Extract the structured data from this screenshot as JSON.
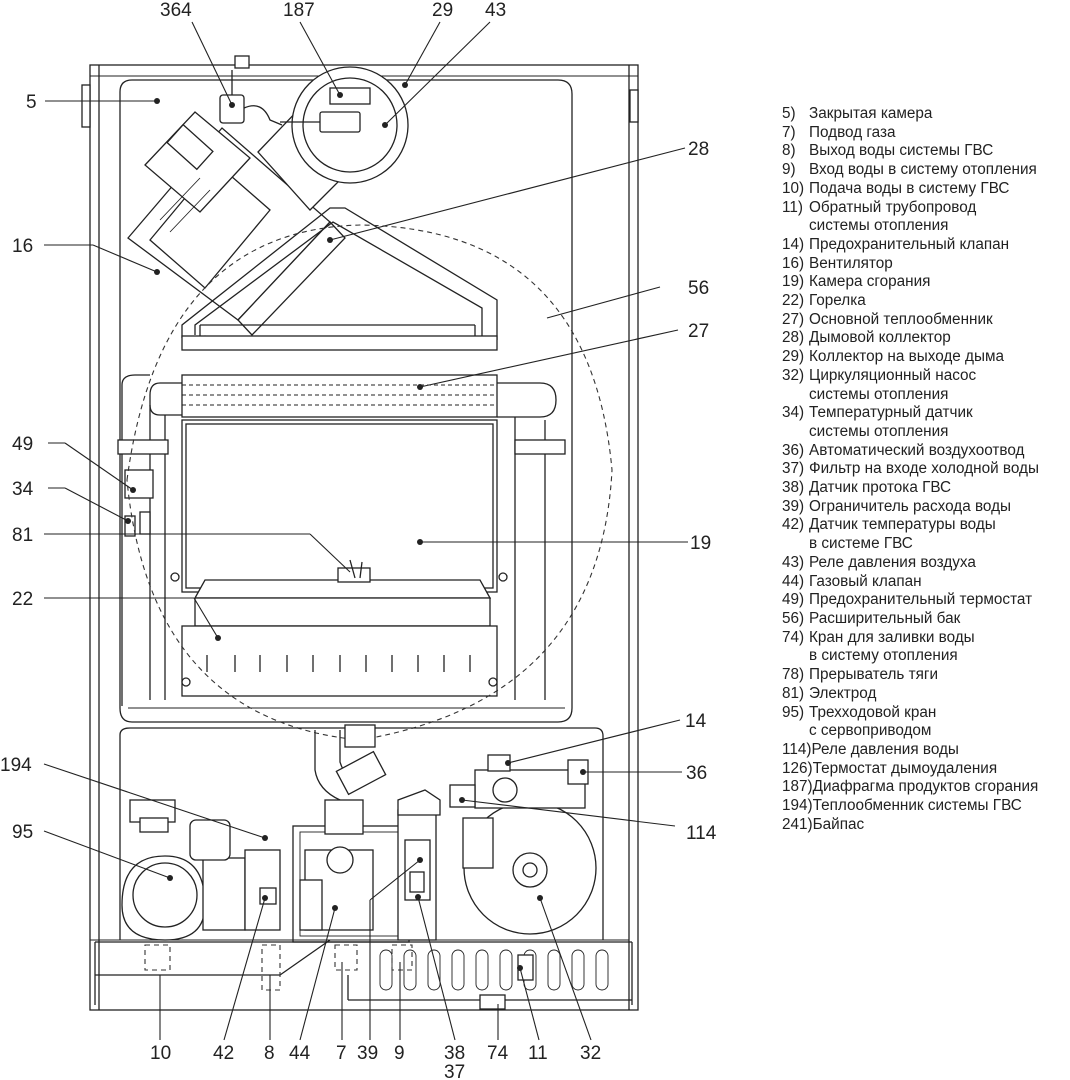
{
  "callouts": {
    "c364": "364",
    "c187": "187",
    "c29": "29",
    "c43": "43",
    "c5": "5",
    "c28": "28",
    "c16": "16",
    "c56": "56",
    "c27": "27",
    "c49": "49",
    "c34": "34",
    "c81": "81",
    "c19": "19",
    "c22": "22",
    "c14": "14",
    "c36": "36",
    "c194": "194",
    "c114": "114",
    "c95": "95",
    "b10": "10",
    "b42": "42",
    "b8": "8",
    "b44": "44",
    "b7": "7",
    "b39": "39",
    "b9": "9",
    "b38": "38",
    "b37": "37",
    "b74": "74",
    "b11": "11",
    "b32": "32"
  },
  "legend": [
    {
      "num": "5)",
      "text": "Закрытая камера"
    },
    {
      "num": "7)",
      "text": "Подвод газа"
    },
    {
      "num": "8)",
      "text": "Выход воды системы ГВС"
    },
    {
      "num": "9)",
      "text": "Вход воды в систему отопления"
    },
    {
      "num": "10)",
      "text": "Подача воды в систему ГВС"
    },
    {
      "num": "11)",
      "text": "Обратный трубопровод\nсистемы отопления"
    },
    {
      "num": "14)",
      "text": "Предохранительный клапан"
    },
    {
      "num": "16)",
      "text": "Вентилятор"
    },
    {
      "num": "19)",
      "text": "Камера сгорания"
    },
    {
      "num": "22)",
      "text": "Горелка"
    },
    {
      "num": "27)",
      "text": "Основной теплообменник"
    },
    {
      "num": "28)",
      "text": "Дымовой коллектор"
    },
    {
      "num": "29)",
      "text": "Коллектор на выходе дыма"
    },
    {
      "num": "32)",
      "text": "Циркуляционный насос\nсистемы отопления"
    },
    {
      "num": "34)",
      "text": "Температурный датчик\nсистемы отопления"
    },
    {
      "num": "36)",
      "text": "Автоматический воздухоотвод"
    },
    {
      "num": "37)",
      "text": "Фильтр на входе холодной воды"
    },
    {
      "num": "38)",
      "text": "Датчик протока ГВС"
    },
    {
      "num": "39)",
      "text": "Ограничитель расхода воды"
    },
    {
      "num": "42)",
      "text": "Датчик температуры воды\nв системе ГВС"
    },
    {
      "num": "43)",
      "text": "Реле давления воздуха"
    },
    {
      "num": "44)",
      "text": "Газовый клапан"
    },
    {
      "num": "49)",
      "text": "Предохранительный термостат"
    },
    {
      "num": "56)",
      "text": "Расширительный бак"
    },
    {
      "num": "74)",
      "text": "Кран для заливки воды\nв систему отопления"
    },
    {
      "num": "78)",
      "text": "Прерыватель тяги"
    },
    {
      "num": "81)",
      "text": "Электрод"
    },
    {
      "num": "95)",
      "text": "Трехходовой кран\nс сервоприводом"
    },
    {
      "num": "114)",
      "text": "Реле давления воды"
    },
    {
      "num": "126)",
      "text": "Термостат дымоудаления"
    },
    {
      "num": "187)",
      "text": "Диафрагма продуктов сгорания"
    },
    {
      "num": "194)",
      "text": "Теплообменник системы ГВС"
    },
    {
      "num": "241)",
      "text": "Байпас"
    }
  ]
}
